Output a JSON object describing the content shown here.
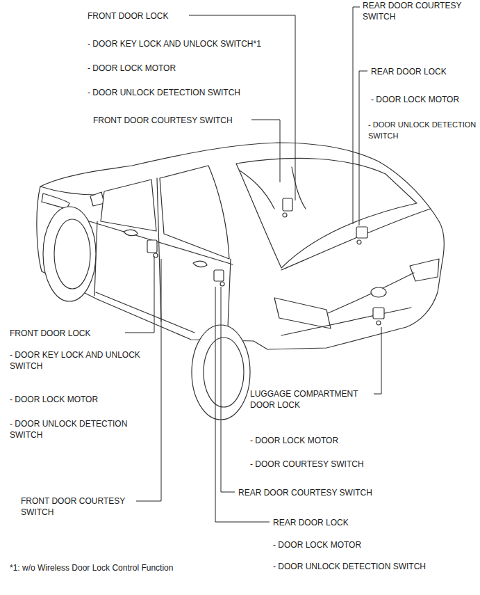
{
  "diagram": {
    "labels": [
      "FRONT DOOR LOCK",
      "- DOOR KEY LOCK AND UNLOCK SWITCH*1",
      "- DOOR LOCK MOTOR",
      "- DOOR UNLOCK DETECTION SWITCH",
      "FRONT DOOR COURTESY SWITCH",
      "REAR DOOR COURTESY SWITCH",
      "REAR DOOR LOCK",
      "- DOOR LOCK MOTOR",
      "- DOOR UNLOCK DETECTION SWITCH",
      "FRONT DOOR LOCK",
      "- DOOR KEY LOCK AND UNLOCK SWITCH",
      "- DOOR LOCK MOTOR",
      "- DOOR UNLOCK DETECTION SWITCH",
      "LUGGAGE COMPARTMENT DOOR LOCK",
      "- DOOR LOCK MOTOR",
      "- DOOR COURTESY SWITCH",
      "FRONT DOOR COURTESY SWITCH",
      "REAR DOOR COURTESY SWITCH",
      "REAR DOOR LOCK",
      "- DOOR LOCK MOTOR",
      "- DOOR UNLOCK DETECTION SWITCH",
      "*1: w/o Wireless Door Lock Control Function"
    ]
  }
}
